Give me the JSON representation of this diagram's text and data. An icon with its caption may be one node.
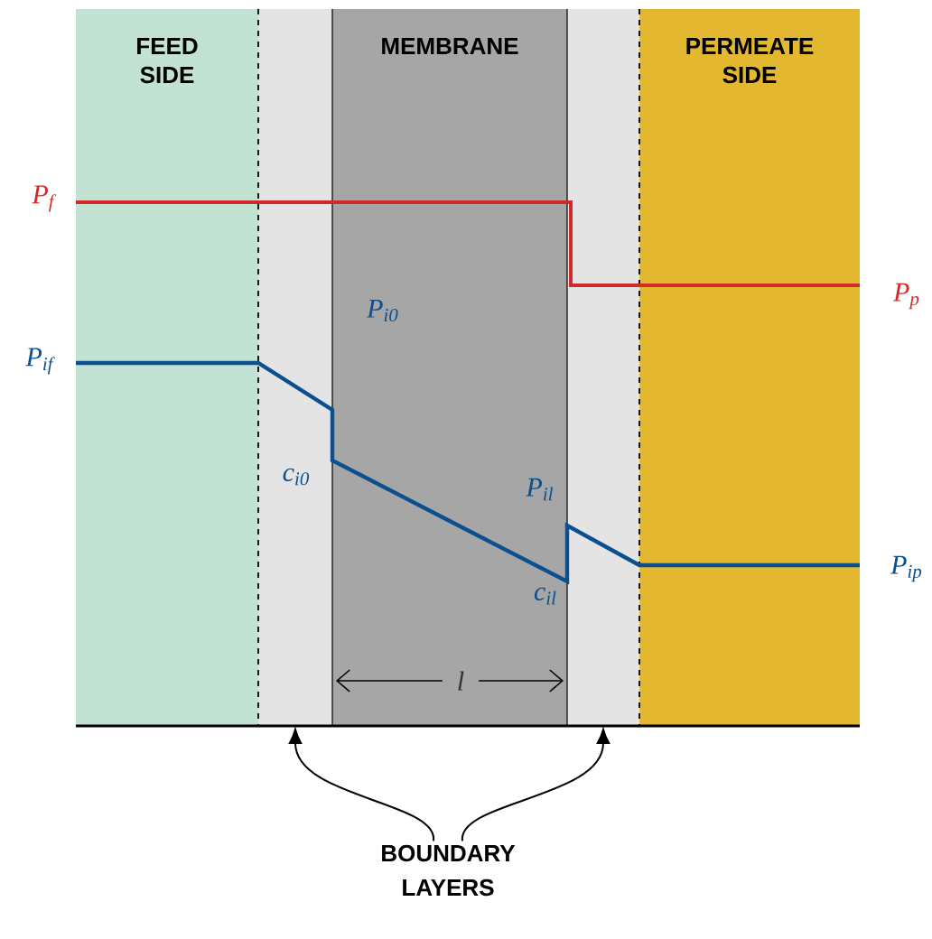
{
  "diagram": {
    "nodes": [
      {
        "text": [
          "FEED SIDE"
        ]
      },
      {
        "text": [],
        "shape": "box"
      },
      {
        "text": [
          "MEMBRANE"
        ]
      },
      {
        "text": [],
        "shape": "box"
      },
      {
        "text": [
          "PERMEATE SIDE"
        ]
      },
      {
        "text": [
          "BOUNDARY LAYERS"
        ]
      }
    ],
    "edges": [
      {
        "from": 5,
        "to": 1,
        "arrow": "to"
      },
      {
        "from": 5,
        "to": 3,
        "arrow": "to"
      }
    ],
    "labels": [
      "P$_{f}$",
      "P$_{p}$",
      "P$_{if}$",
      "P$_{i0}$",
      "c$_{i0}$",
      "P$_{il}$",
      "c$_{il}$",
      "P$_{ip}$",
      "l"
    ]
  }
}
